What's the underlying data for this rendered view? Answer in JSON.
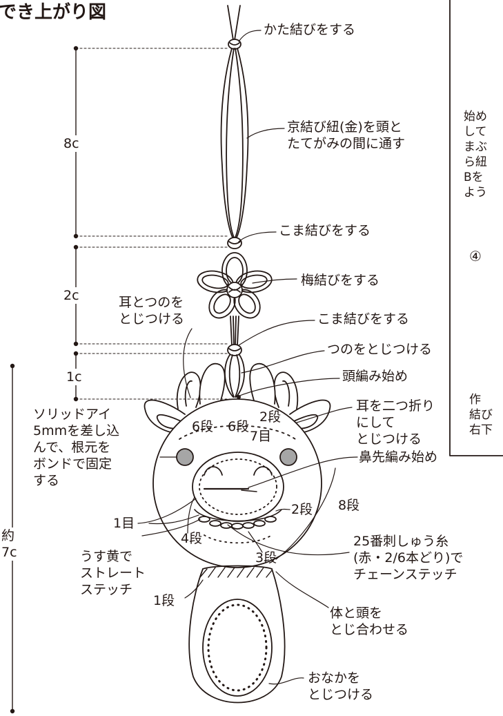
{
  "title": "でき上がり図",
  "labels": {
    "katamusubi": "かた結びをする",
    "kyomusubi": "京結び紐(金)を頭と\nたてがみの間に通す",
    "komamusubi1": "こま結びをする",
    "umemusubi": "梅結びをする",
    "komamusubi2": "こま結びをする",
    "mimitsuno": "耳とつのを\nとじつける",
    "tsuno": "つのをとじつける",
    "atamaami": "頭編み始め",
    "mimi": "耳を二つ折り\nにして\nとじつける",
    "solid": "ソリッドアイ\n5mmを差し込\nんで、根元を\nボンドで固定\nする",
    "dan6a": "6段",
    "dan6b": "6段",
    "dan2a": "2段",
    "me7": "7目",
    "hanasaki": "鼻先編み始め",
    "me1": "1目",
    "dan2b": "2段",
    "dan8": "8段",
    "dan4": "4段",
    "stitch": "25番刺しゅう糸\n(赤・2/6本どり)で\nチェーンステッチ",
    "usuki": "うす黄で\nストレート\nステッチ",
    "dan3": "3段",
    "dan1": "1段",
    "karada": "体と頭を\nとじ合わせる",
    "onaka": "おなかを\nとじつける"
  },
  "dimensions": {
    "d8": "8c",
    "d2": "2c",
    "d1": "1c",
    "dtotal": "約\n7c"
  },
  "side_panel": {
    "text_a": "始め\nして\nまぶ\nら紐\nBを\nよう",
    "step": "④",
    "text_b": "作\n結び\n右下"
  },
  "colors": {
    "line": "#231815",
    "eye": "#a6a6a6",
    "background": "#ffffff"
  }
}
